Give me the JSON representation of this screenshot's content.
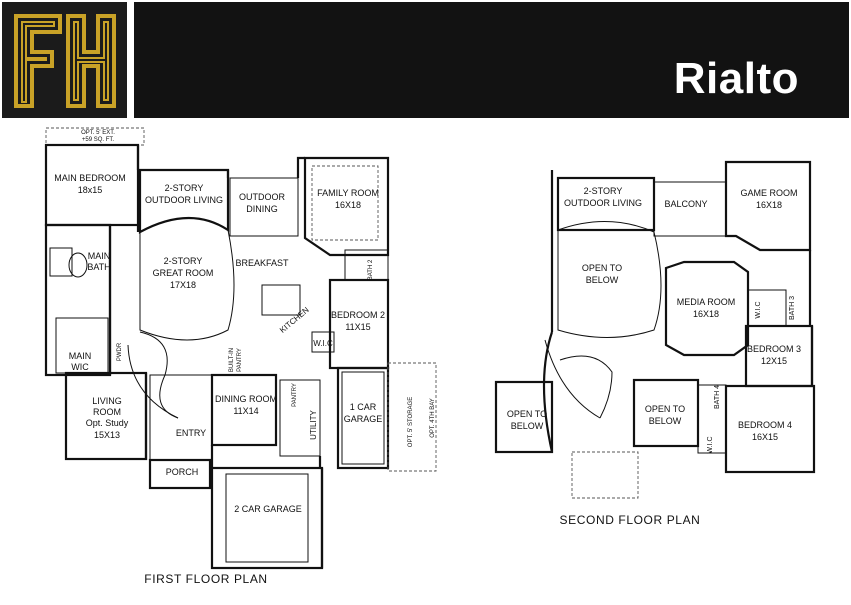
{
  "brand": {
    "logo_letters": "FH",
    "title": "Rialto",
    "colors": {
      "gold": "#c9a227",
      "dark": "#121212"
    }
  },
  "first_floor": {
    "caption": "FIRST FLOOR PLAN",
    "rooms": {
      "opt_ext_1": "OPT. 5' EXT.",
      "opt_ext_2": "+59 SQ. FT.",
      "main_bedroom_1": "MAIN BEDROOM",
      "main_bedroom_2": "18x15",
      "outdoor_living_1": "2-STORY",
      "outdoor_living_2": "OUTDOOR LIVING",
      "outdoor_dining_1": "OUTDOOR",
      "outdoor_dining_2": "DINING",
      "family_room_1": "FAMILY ROOM",
      "family_room_2": "16X18",
      "main_bath_1": "MAIN",
      "main_bath_2": "BATH",
      "great_room_1": "2-STORY",
      "great_room_2": "GREAT ROOM",
      "great_room_3": "17X18",
      "breakfast": "BREAKFAST",
      "bath2": "BATH 2",
      "bedroom2_1": "BEDROOM 2",
      "bedroom2_2": "11X15",
      "kitchen": "KITCHEN",
      "wic_small": "W.I.C",
      "main_wic_1": "MAIN",
      "main_wic_2": "WIC",
      "pwdr": "PWDR",
      "pantry": "PANTRY",
      "built_in_1": "BUILT-IN",
      "built_in_2": "PANTRY",
      "dining_room_1": "DINING ROOM",
      "dining_room_2": "11X14",
      "car1_1": "1 CAR",
      "car1_2": "GARAGE",
      "storage": "OPT. 5' STORAGE",
      "fourth_bay": "OPT. 4TH BAY",
      "living_1": "LIVING",
      "living_2": "ROOM",
      "living_3": "Opt. Study",
      "living_4": "15X13",
      "entry": "ENTRY",
      "utility": "UTILITY",
      "porch": "PORCH",
      "car2": "2 CAR GARAGE"
    }
  },
  "second_floor": {
    "caption": "SECOND FLOOR PLAN",
    "rooms": {
      "outdoor_living_1": "2-STORY",
      "outdoor_living_2": "OUTDOOR LIVING",
      "balcony": "BALCONY",
      "game_room_1": "GAME ROOM",
      "game_room_2": "16X18",
      "open_below_a_1": "OPEN TO",
      "open_below_a_2": "BELOW",
      "media_room_1": "MEDIA ROOM",
      "media_room_2": "16X18",
      "wic_a": "W.I.C",
      "bath3": "BATH 3",
      "bedroom3_1": "BEDROOM 3",
      "bedroom3_2": "12X15",
      "open_below_b_1": "OPEN TO",
      "open_below_b_2": "BELOW",
      "open_below_c_1": "OPEN TO",
      "open_below_c_2": "BELOW",
      "bath4": "BATH 4",
      "wic_b": "W.I.C",
      "bedroom4_1": "BEDROOM 4",
      "bedroom4_2": "16X15"
    }
  }
}
